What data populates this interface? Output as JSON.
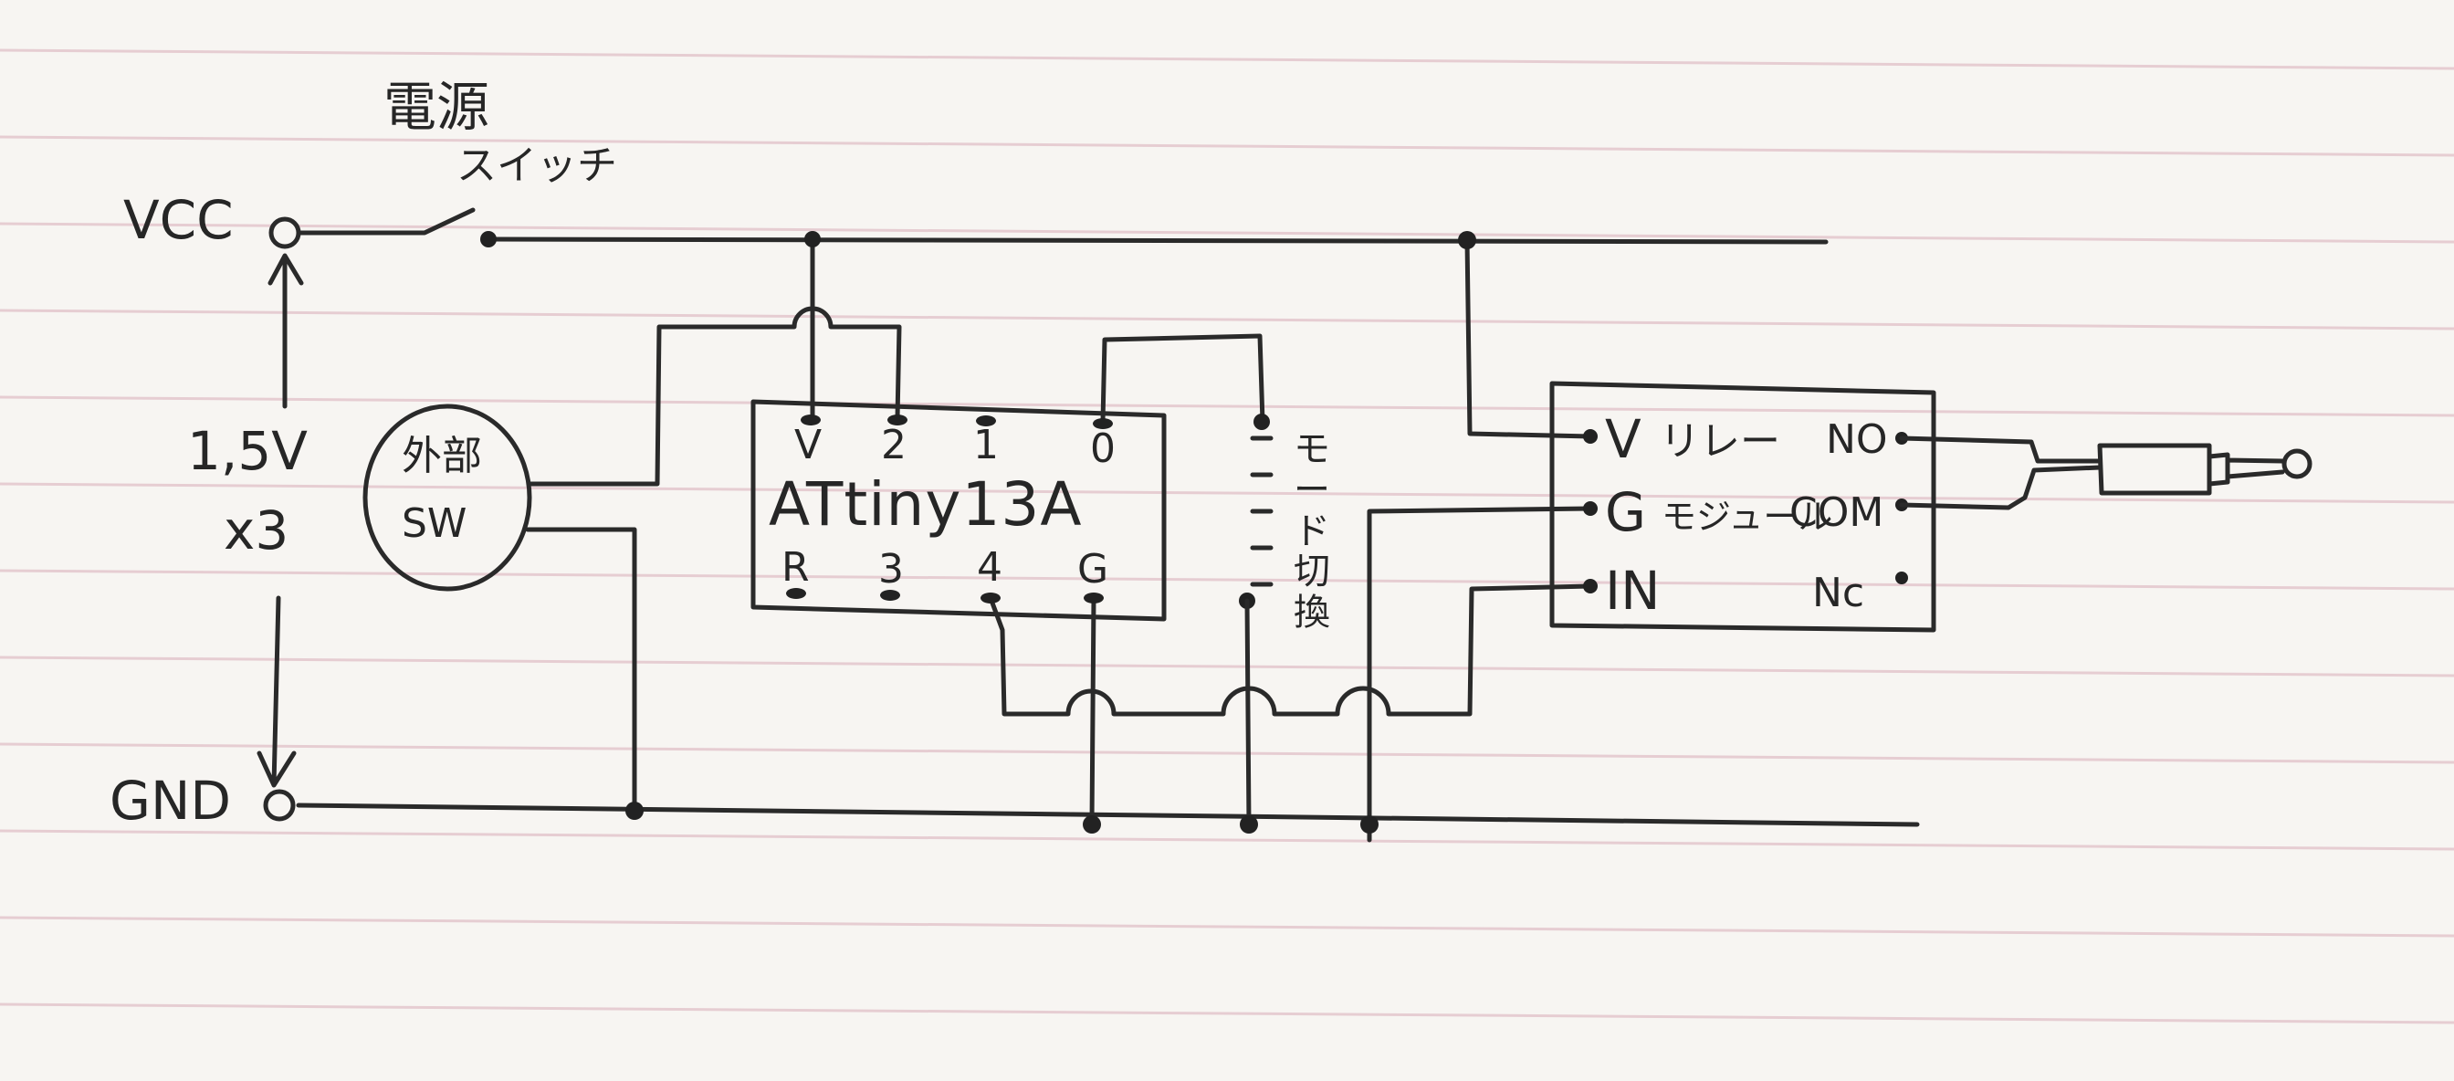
{
  "power": {
    "vcc_label": "VCC",
    "gnd_label": "GND",
    "battery_voltage": "1,5V",
    "battery_count": "x3",
    "switch_label_line1": "電源",
    "switch_label_line2": "スイッチ"
  },
  "external_switch": {
    "line1": "外部",
    "line2": "SW"
  },
  "mcu": {
    "name": "ATtiny13A",
    "top_pins": [
      "V",
      "2",
      "1",
      "0"
    ],
    "bottom_pins": [
      "R",
      "3",
      "4",
      "G"
    ]
  },
  "mode_switch_label": "モード切換",
  "relay": {
    "title_line1": "リレー",
    "title_line2": "モジュール",
    "left_pins": [
      "V",
      "G",
      "IN"
    ],
    "right_pins": [
      "NO",
      "COM",
      "Nc"
    ]
  },
  "colors": {
    "paper": "#f7f5f2",
    "rule_line": "#e6cdd2",
    "ink": "#2a2a2a"
  }
}
